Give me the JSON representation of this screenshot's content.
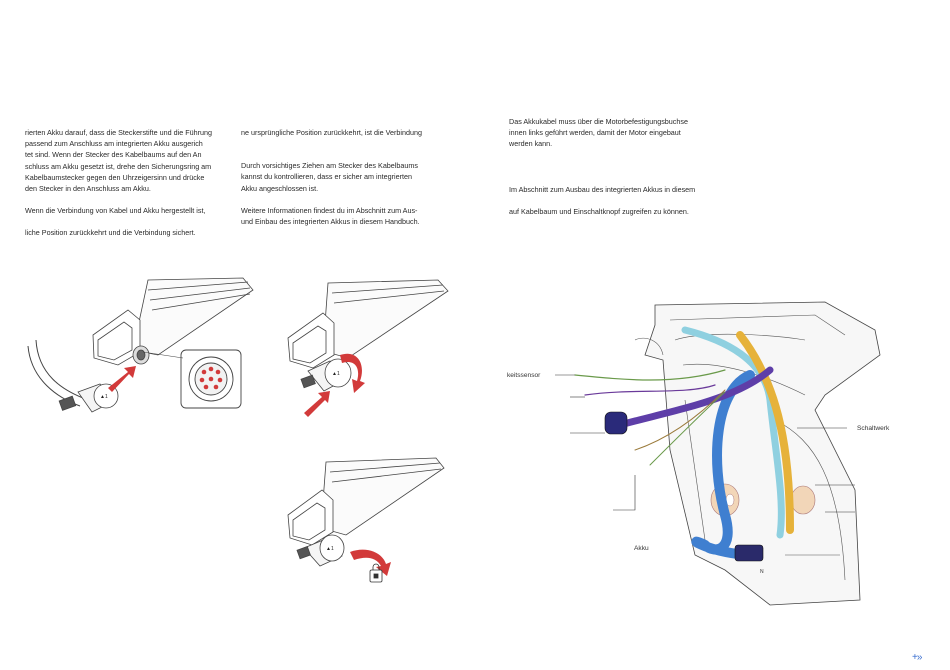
{
  "columns": {
    "col1": {
      "p1": [
        "rierten Akku darauf, dass die Steckerstifte und die Führung",
        "passend zum Anschluss am integrierten Akku ausgerich",
        "tet sind. Wenn der Stecker des Kabelbaums auf den An",
        "schluss am Akku gesetzt ist, drehe den Sicherungsring am",
        "Kabelbaumstecker gegen den Uhrzeigersinn und drücke",
        "den Stecker in den Anschluss am Akku."
      ],
      "p2": [
        "Wenn die Verbindung von Kabel und Akku hergestellt ist,"
      ],
      "p3": [
        "liche Position zurückkehrt und die Verbindung sichert."
      ]
    },
    "col2": {
      "p1": [
        "ne ursprüngliche Position zurückkehrt, ist die Verbindung"
      ],
      "p2": [
        "Durch vorsichtiges Ziehen am Stecker des Kabelbaums",
        "kannst du kontrollieren, dass er sicher am integrierten",
        "Akku angeschlossen ist."
      ],
      "p3": [
        "Weitere Informationen findest du im Abschnitt zum Aus-",
        "und Einbau des integrierten Akkus in diesem Handbuch."
      ]
    },
    "col3": {
      "p1": [
        "Das Akkukabel muss über die Motorbefestigungsbuchse",
        "innen links geführt werden, damit der Motor eingebaut",
        "werden kann."
      ],
      "p2": [
        "Im Abschnitt zum Ausbau des integrierten Akkus in diesem"
      ],
      "p3": [
        "auf Kabelbaum und Einschaltknopf zugreifen zu können."
      ]
    }
  },
  "diagram": {
    "labels": {
      "sensor": "keitssensor",
      "shifter": "Schaltwerk",
      "battery": "Akku",
      "frame_mark": "N"
    },
    "cable_colors": {
      "purple": "#5e3ea8",
      "blue": "#3f7fd0",
      "light_blue": "#8fd0e0",
      "yellow": "#e6b23a",
      "green": "#6a9a4a",
      "arrow_red": "#d23a3a"
    }
  },
  "nav": {
    "next_icon": "double-chevron-right"
  }
}
